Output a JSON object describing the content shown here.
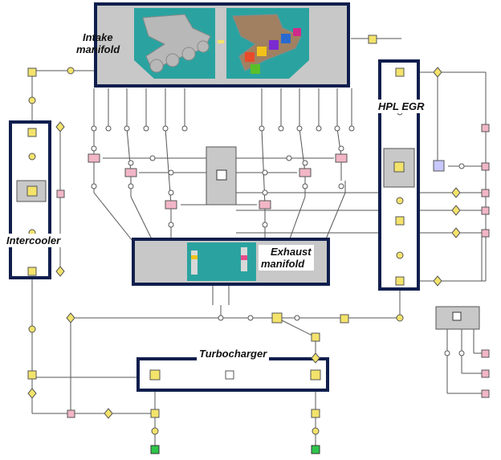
{
  "labels": {
    "intake_line1": "Intake",
    "intake_line2": "manifold",
    "hpl_egr": "HPL EGR",
    "intercooler": "Intercooler",
    "exhaust_line1": "Exhaust",
    "exhaust_line2": "manifold",
    "turbocharger": "Turbocharger"
  },
  "colors": {
    "frame": "#0f1e4d",
    "wire": "#555555",
    "panel_gray": "#c8c8c8",
    "teal": "#2aa3a0",
    "component_yellow": "#f3e36b",
    "component_pink": "#f2b6c6",
    "boundary_green": "#2ec54a"
  },
  "icons": [
    "pipe-icon",
    "junction-icon",
    "valve-icon",
    "cylinder-icon",
    "heat-exchanger-icon",
    "boundary-icon",
    "compressor-icon",
    "turbine-icon",
    "sensor-icon"
  ]
}
